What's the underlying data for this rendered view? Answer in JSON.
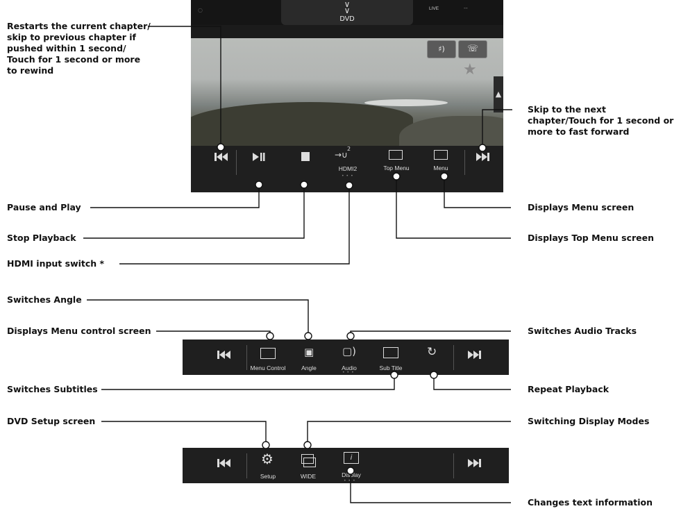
{
  "screen": {
    "source_label": "DVD",
    "live_label": "LIVE",
    "dash": "--"
  },
  "panel1": {
    "hdmi_label": "HDMI2",
    "hdmi_number": "2",
    "top_menu_label": "Top Menu",
    "menu_label": "Menu"
  },
  "panel2": {
    "menu_control_label": "Menu Control",
    "angle_label": "Angle",
    "audio_label": "Audio",
    "subtitle_label": "Sub Title"
  },
  "panel3": {
    "setup_label": "Setup",
    "wide_label": "WIDE",
    "display_label": "Display"
  },
  "callouts": {
    "restart": "Restarts the current chapter/ skip to previous chapter if pushed within 1 second/ Touch for 1 second or more to rewind",
    "skip_next": "Skip to the next chapter/Touch for 1 second or more to fast forward",
    "pause_play": "Pause and Play",
    "stop": "Stop Playback",
    "hdmi": "HDMI input switch *",
    "menu": "Displays Menu screen",
    "top_menu": "Displays Top Menu screen",
    "angle": "Switches Angle",
    "menu_control": "Displays Menu control screen",
    "audio_tracks": "Switches Audio Tracks",
    "subtitles": "Switches Subtitles",
    "repeat": "Repeat Playback",
    "setup": "DVD Setup screen",
    "display_modes": "Switching Display Modes",
    "text_info": "Changes text information"
  },
  "colors": {
    "panel": "#1f1f1f",
    "sky": "#b9bcb9",
    "sea": "#8e928f",
    "rock": "#3c3d33"
  }
}
